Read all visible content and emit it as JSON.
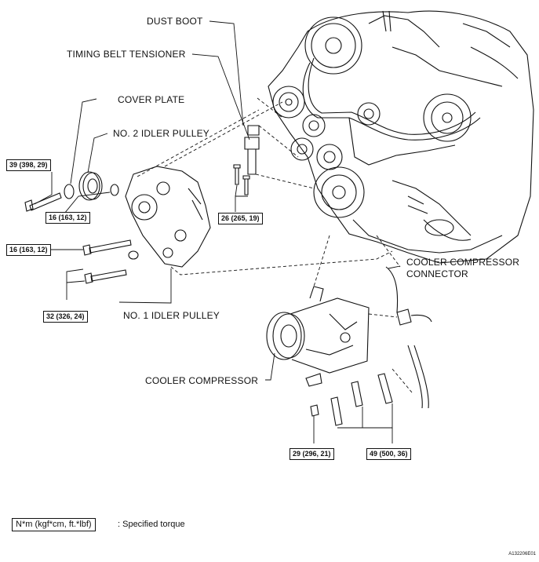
{
  "labels": {
    "dust_boot": "DUST BOOT",
    "timing_belt_tensioner": "TIMING BELT TENSIONER",
    "cover_plate": "COVER PLATE",
    "no2_idler_pulley": "NO. 2 IDLER PULLEY",
    "no1_idler_pulley": "NO. 1 IDLER PULLEY",
    "cooler_compressor_connector_line1": "COOLER COMPRESSOR",
    "cooler_compressor_connector_line2": "CONNECTOR",
    "cooler_compressor": "COOLER COMPRESSOR"
  },
  "torques": {
    "t39": "39 (398, 29)",
    "t16a": "16 (163, 12)",
    "t16b": "16 (163, 12)",
    "t32": "32 (326, 24)",
    "t26": "26 (265, 19)",
    "t29": "29 (296, 21)",
    "t49": "49 (500, 36)"
  },
  "legend": {
    "unit_box": "N*m (kgf*cm, ft.*lbf)",
    "text": ": Specified torque"
  },
  "figure_id": "A132206E01"
}
